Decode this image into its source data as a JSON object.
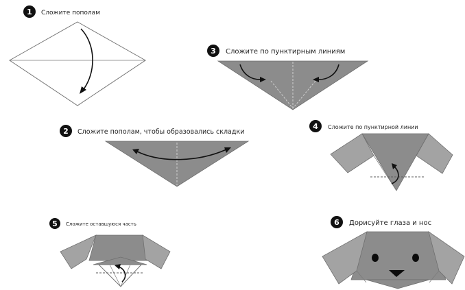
{
  "steps": [
    {
      "number": "1",
      "caption": "Сложите пополам"
    },
    {
      "number": "2",
      "caption": "Сложите пополам, чтобы образовались складки"
    },
    {
      "number": "3",
      "caption": "Сложите по пунктирным линиям"
    },
    {
      "number": "4",
      "caption": "Сложите по пунктирной линии"
    },
    {
      "number": "5",
      "caption": "Сложите оставшуюся часть"
    },
    {
      "number": "6",
      "caption": "Дорисуйте глаза и нос"
    }
  ],
  "colors": {
    "paper": "#8c8c8c",
    "badge": "#111111",
    "arrow": "#111111"
  }
}
